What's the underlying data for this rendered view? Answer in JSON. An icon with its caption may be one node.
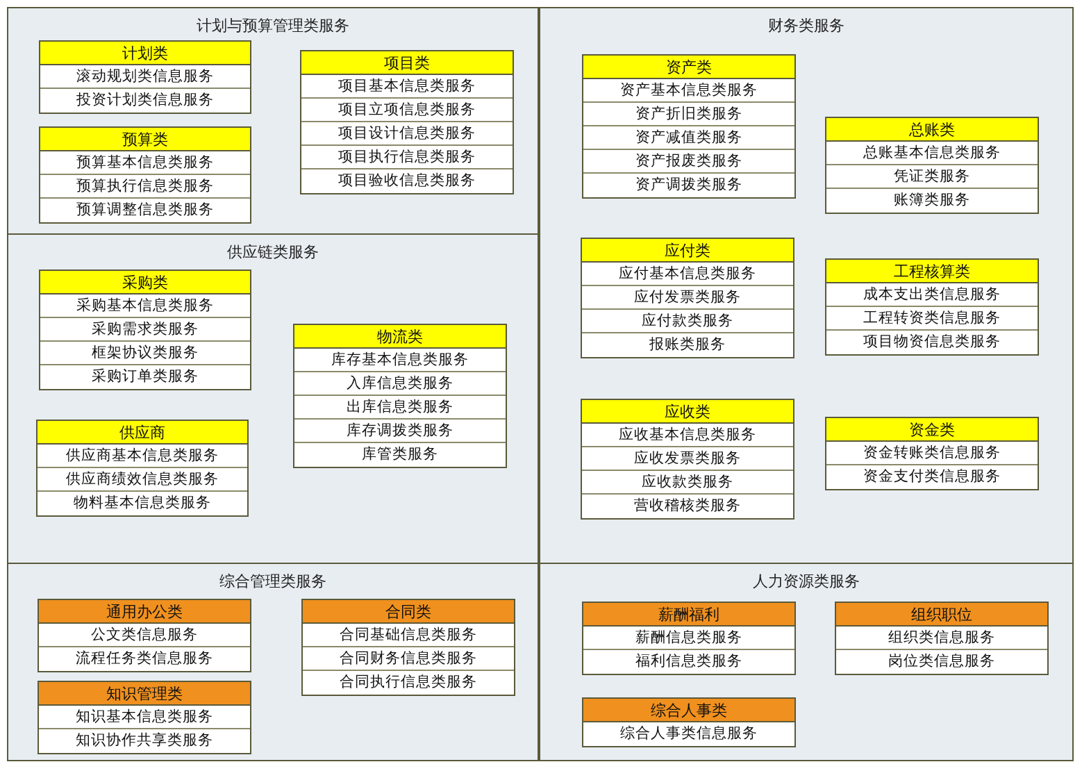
{
  "diagram": {
    "nodes": [
      {
        "text": [
          "计划与预算管理类服务"
        ]
      },
      {
        "text": [
          "计划类"
        ],
        "in": 0
      },
      {
        "text": [
          "滚动规划类信息服务"
        ],
        "in": 1
      },
      {
        "text": [
          "投资计划类信息服务"
        ],
        "in": 1
      },
      {
        "text": [
          "预算类"
        ],
        "in": 0
      },
      {
        "text": [
          "预算基本信息类服务"
        ],
        "in": 4
      },
      {
        "text": [
          "预算执行信息类服务"
        ],
        "in": 4
      },
      {
        "text": [
          "预算调整信息类服务"
        ],
        "in": 4
      },
      {
        "text": [
          "项目类"
        ],
        "in": 0
      },
      {
        "text": [
          "项目基本信息类服务"
        ],
        "in": 8
      },
      {
        "text": [
          "项目立项信息类服务"
        ],
        "in": 8
      },
      {
        "text": [
          "项目设计信息类服务"
        ],
        "in": 8
      },
      {
        "text": [
          "项目执行信息类服务"
        ],
        "in": 8
      },
      {
        "text": [
          "项目验收信息类服务"
        ],
        "in": 8
      },
      {
        "text": [
          "财务类服务"
        ]
      },
      {
        "text": [
          "资产类"
        ],
        "in": 14
      },
      {
        "text": [
          "资产基本信息类服务"
        ],
        "in": 15
      },
      {
        "text": [
          "资产折旧类服务"
        ],
        "in": 15
      },
      {
        "text": [
          "资产减值类服务"
        ],
        "in": 15
      },
      {
        "text": [
          "资产报废类服务"
        ],
        "in": 15
      },
      {
        "text": [
          "资产调拨类服务"
        ],
        "in": 15
      },
      {
        "text": [
          "总账类"
        ],
        "in": 14
      },
      {
        "text": [
          "总账基本信息类服务"
        ],
        "in": 21
      },
      {
        "text": [
          "凭证类服务"
        ],
        "in": 21
      },
      {
        "text": [
          "账簿类服务"
        ],
        "in": 21
      },
      {
        "text": [
          "应付类"
        ],
        "in": 14
      },
      {
        "text": [
          "应付基本信息类服务"
        ],
        "in": 25
      },
      {
        "text": [
          "应付发票类服务"
        ],
        "in": 25
      },
      {
        "text": [
          "应付款类服务"
        ],
        "in": 25
      },
      {
        "text": [
          "报账类服务"
        ],
        "in": 25
      },
      {
        "text": [
          "工程核算类"
        ],
        "in": 14
      },
      {
        "text": [
          "成本支出类信息服务"
        ],
        "in": 30
      },
      {
        "text": [
          "工程转资类信息服务"
        ],
        "in": 30
      },
      {
        "text": [
          "项目物资信息类服务"
        ],
        "in": 30
      },
      {
        "text": [
          "应收类"
        ],
        "in": 14
      },
      {
        "text": [
          "应收基本信息类服务"
        ],
        "in": 34
      },
      {
        "text": [
          "应收发票类服务"
        ],
        "in": 34
      },
      {
        "text": [
          "应收款类服务"
        ],
        "in": 34
      },
      {
        "text": [
          "营收稽核类服务"
        ],
        "in": 34
      },
      {
        "text": [
          "资金类"
        ],
        "in": 14
      },
      {
        "text": [
          "资金转账类信息服务"
        ],
        "in": 39
      },
      {
        "text": [
          "资金支付类信息服务"
        ],
        "in": 39
      },
      {
        "text": [
          "供应链类服务"
        ]
      },
      {
        "text": [
          "采购类"
        ],
        "in": 42
      },
      {
        "text": [
          "采购基本信息类服务"
        ],
        "in": 43
      },
      {
        "text": [
          "采购需求类服务"
        ],
        "in": 43
      },
      {
        "text": [
          "框架协议类服务"
        ],
        "in": 43
      },
      {
        "text": [
          "采购订单类服务"
        ],
        "in": 43
      },
      {
        "text": [
          "物流类"
        ],
        "in": 42
      },
      {
        "text": [
          "库存基本信息类服务"
        ],
        "in": 48
      },
      {
        "text": [
          "入库信息类服务"
        ],
        "in": 48
      },
      {
        "text": [
          "出库信息类服务"
        ],
        "in": 48
      },
      {
        "text": [
          "库存调拨类服务"
        ],
        "in": 48
      },
      {
        "text": [
          "库管类服务"
        ],
        "in": 48
      },
      {
        "text": [
          "供应商"
        ],
        "in": 42
      },
      {
        "text": [
          "供应商基本信息类服务"
        ],
        "in": 54
      },
      {
        "text": [
          "供应商绩效信息类服务"
        ],
        "in": 54
      },
      {
        "text": [
          "物料基本信息类服务"
        ],
        "in": 54
      },
      {
        "text": [
          "综合管理类服务"
        ]
      },
      {
        "text": [
          "通用办公类"
        ],
        "in": 58
      },
      {
        "text": [
          "公文类信息服务"
        ],
        "in": 59
      },
      {
        "text": [
          "流程任务类信息服务"
        ],
        "in": 59
      },
      {
        "text": [
          "合同类"
        ],
        "in": 58
      },
      {
        "text": [
          "合同基础信息类服务"
        ],
        "in": 62
      },
      {
        "text": [
          "合同财务信息类服务"
        ],
        "in": 62
      },
      {
        "text": [
          "合同执行信息类服务"
        ],
        "in": 62
      },
      {
        "text": [
          "知识管理类"
        ],
        "in": 58
      },
      {
        "text": [
          "知识基本信息类服务"
        ],
        "in": 66
      },
      {
        "text": [
          "知识协作共享类服务"
        ],
        "in": 66
      },
      {
        "text": [
          "人力资源类服务"
        ]
      },
      {
        "text": [
          "薪酬福利"
        ],
        "in": 69
      },
      {
        "text": [
          "薪酬信息类服务"
        ],
        "in": 70
      },
      {
        "text": [
          "福利信息类服务"
        ],
        "in": 70
      },
      {
        "text": [
          "组织职位"
        ],
        "in": 69
      },
      {
        "text": [
          "组织类信息服务"
        ],
        "in": 73
      },
      {
        "text": [
          "岗位类信息服务"
        ],
        "in": 73
      },
      {
        "text": [
          "综合人事类"
        ],
        "in": 69
      },
      {
        "text": [
          "综合人事类信息服务"
        ],
        "in": 76
      }
    ]
  }
}
